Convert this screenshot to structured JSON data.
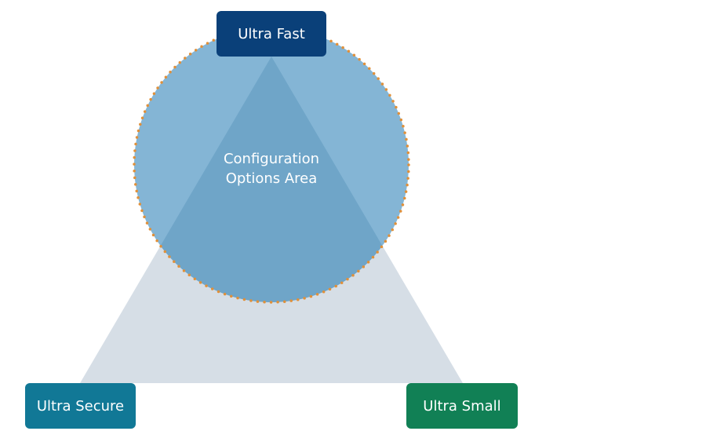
{
  "diagram": {
    "center_label_line1": "Configuration",
    "center_label_line2": "Options Area",
    "vertices": [
      {
        "label": "Ultra Fast",
        "color": "#0a4079"
      },
      {
        "label": "Ultra Secure",
        "color": "#117896"
      },
      {
        "label": "Ultra Small",
        "color": "#118055"
      }
    ],
    "colors": {
      "triangle": "#d6dee6",
      "circle": "#84b5d5",
      "overlap": "#6fa5c8",
      "circle_dots": "#e0903a"
    }
  }
}
